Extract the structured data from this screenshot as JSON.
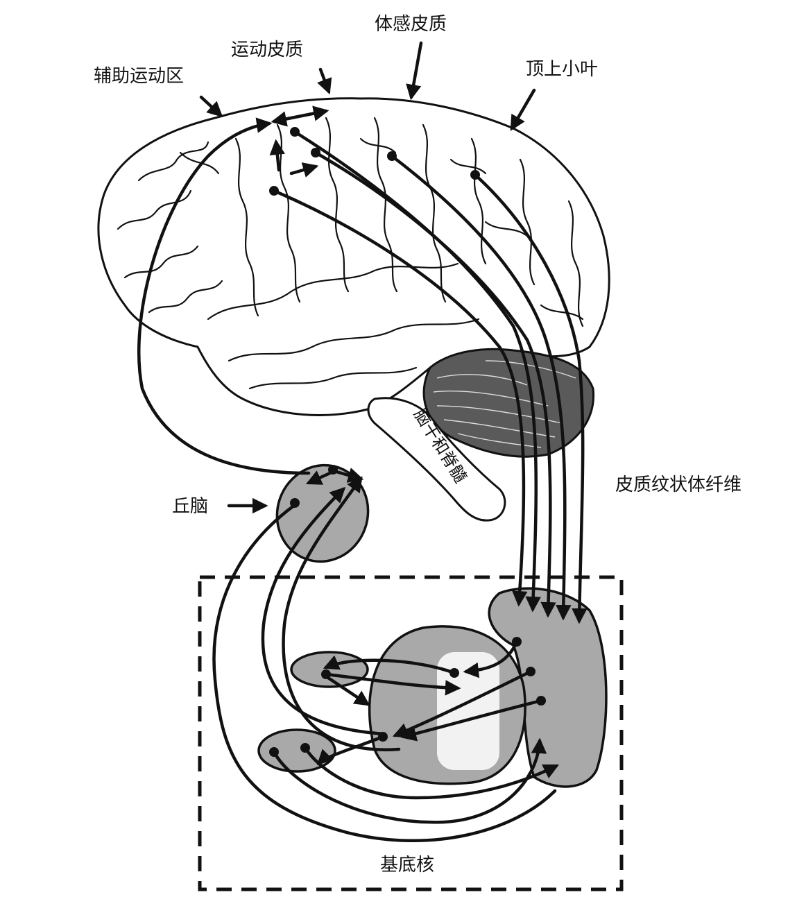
{
  "labels": {
    "supplementary_motor": "辅助运动区",
    "motor_cortex": "运动皮质",
    "somatosensory_cortex": "体感皮质",
    "superior_parietal": "顶上小叶",
    "brainstem_spinal_cord": "脑干和脊髓",
    "thalamus": "丘脑",
    "corticostriate_fibers": "皮质纹状体纤维",
    "basal_ganglia": "基底核"
  },
  "colors": {
    "line": "#111111",
    "nucleus_fill": "#a9a9a9",
    "background": "#ffffff"
  }
}
